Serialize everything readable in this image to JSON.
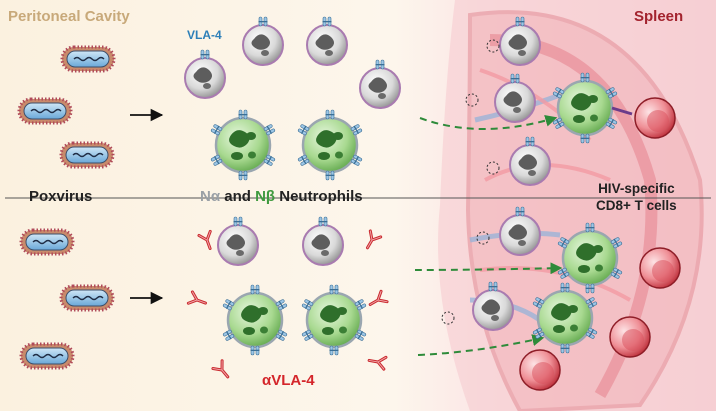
{
  "labels": {
    "peritoneal_cavity": "Peritoneal Cavity",
    "spleen": "Spleen",
    "vla4": "VLA-4",
    "poxvirus": "Poxvirus",
    "n_alpha": "Nα",
    "and_word": "and",
    "n_beta": "Nβ",
    "neutrophils": "Neutrophils",
    "hiv_line1": "HIV-specific",
    "hiv_line2": "CD8+ T cells",
    "anti_vla4": "αVLA-4"
  },
  "colors": {
    "peritoneal_bg": "#fbf3e3",
    "spleen_bg": "#f9dde0",
    "peritoneal_title": "#c8a97a",
    "spleen_title": "#a3232e",
    "vla4_text": "#2d7fb8",
    "n_alpha": "#9aa0a6",
    "n_beta": "#3f9a3f",
    "antibody": "#d4252a",
    "migration_arrow": "#2e8b3a"
  }
}
